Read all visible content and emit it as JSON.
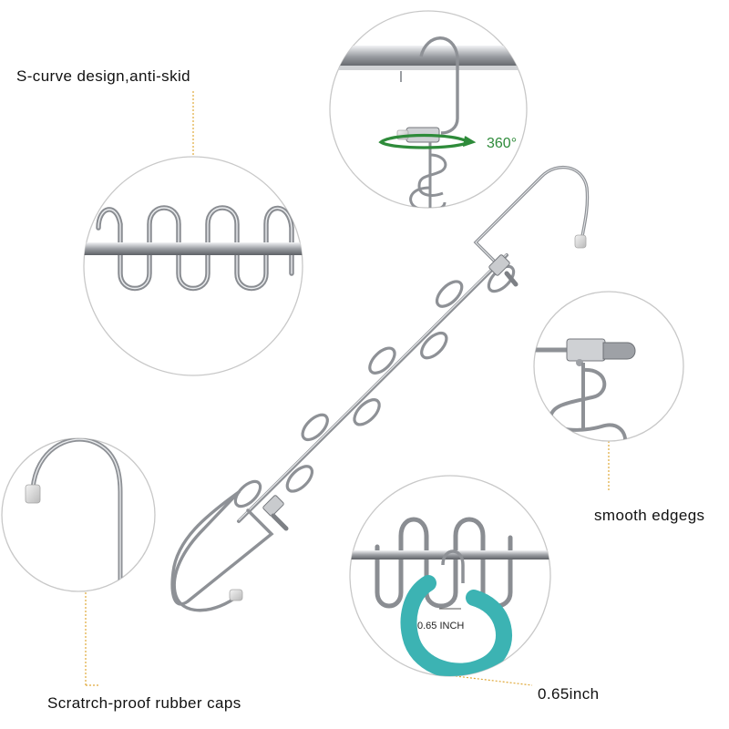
{
  "labels": {
    "s_curve": "S-curve design,anti-skid",
    "rotation": "360°",
    "smooth_edges": "smooth edgegs",
    "rubber_caps": "Scratrch-proof rubber caps",
    "ring_size": "0.65 INCH",
    "inch_caption": "0.65inch"
  },
  "colors": {
    "background": "#ffffff",
    "steel": "#8a8d92",
    "steel_highlight": "#dfe1e4",
    "leader_line": "#e0a93a",
    "circle_border": "#c8c8c8",
    "rotation_arrow": "#2e8b3a",
    "ring": "#3cb3b3",
    "rubber_cap": "#d9d9d9"
  }
}
